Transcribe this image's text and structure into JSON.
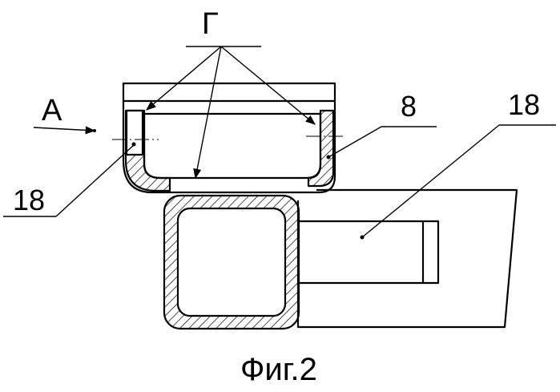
{
  "labels": {
    "view_marker": "А",
    "group_marker": "Г",
    "part_8": "8",
    "part_18_left": "18",
    "part_18_right": "18"
  },
  "caption": "Фиг.2"
}
